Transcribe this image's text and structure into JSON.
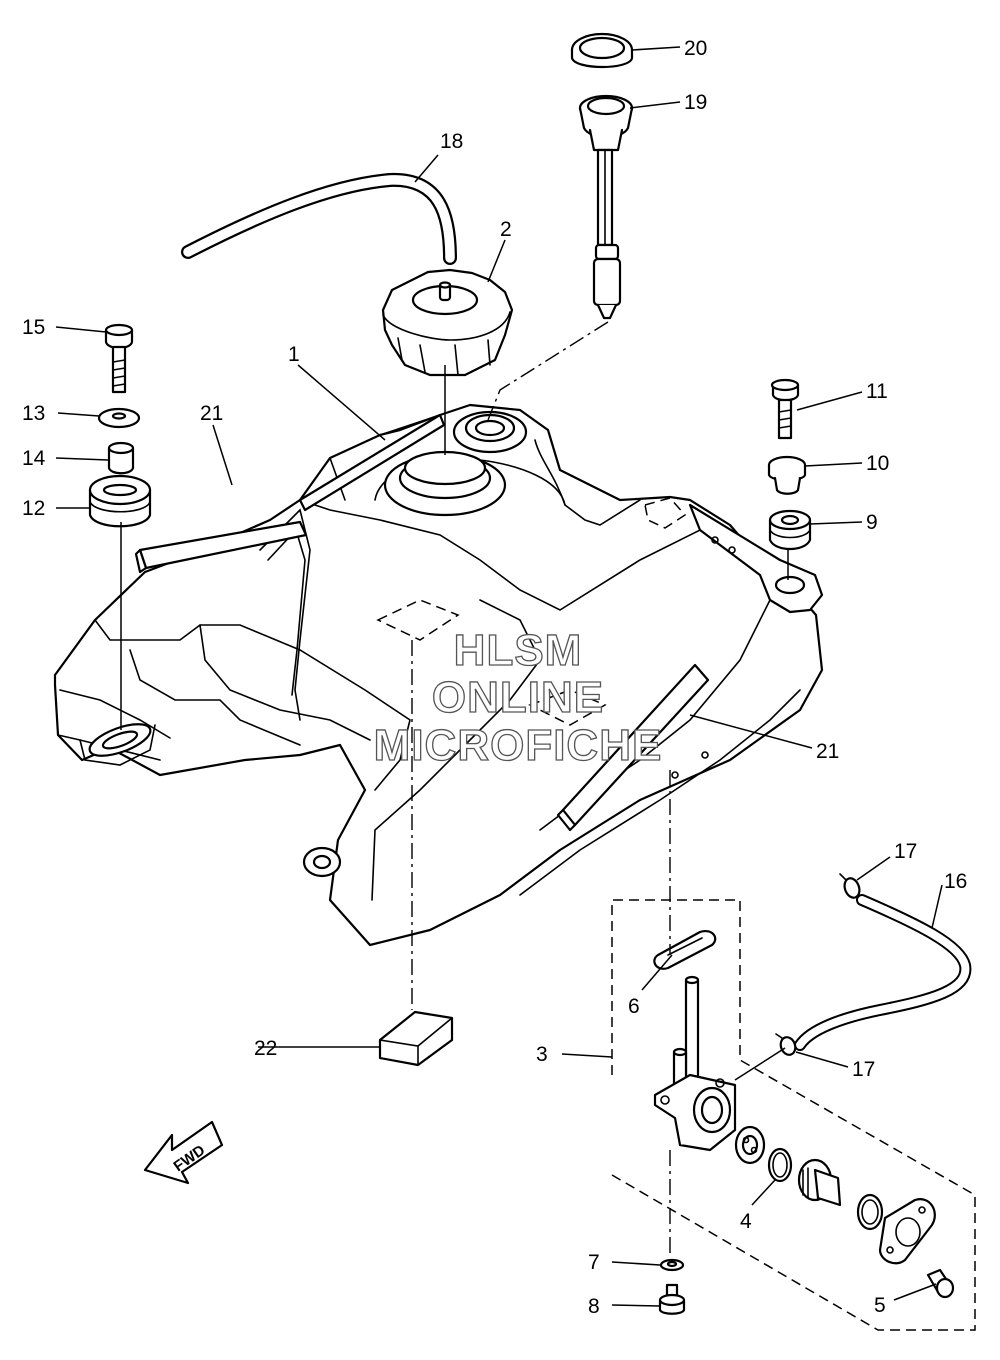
{
  "callouts": {
    "c1": "1",
    "c2": "2",
    "c3": "3",
    "c4": "4",
    "c5": "5",
    "c6": "6",
    "c7": "7",
    "c8": "8",
    "c9": "9",
    "c10": "10",
    "c11": "11",
    "c12": "12",
    "c13": "13",
    "c14": "14",
    "c15": "15",
    "c16": "16",
    "c17a": "17",
    "c17b": "17",
    "c18": "18",
    "c19": "19",
    "c20": "20",
    "c21a": "21",
    "c21b": "21",
    "c22": "22"
  },
  "watermark": {
    "line1": "HLSM",
    "line2": "ONLINE",
    "line3": "MICROFICHE"
  },
  "direction_label": "FWD"
}
